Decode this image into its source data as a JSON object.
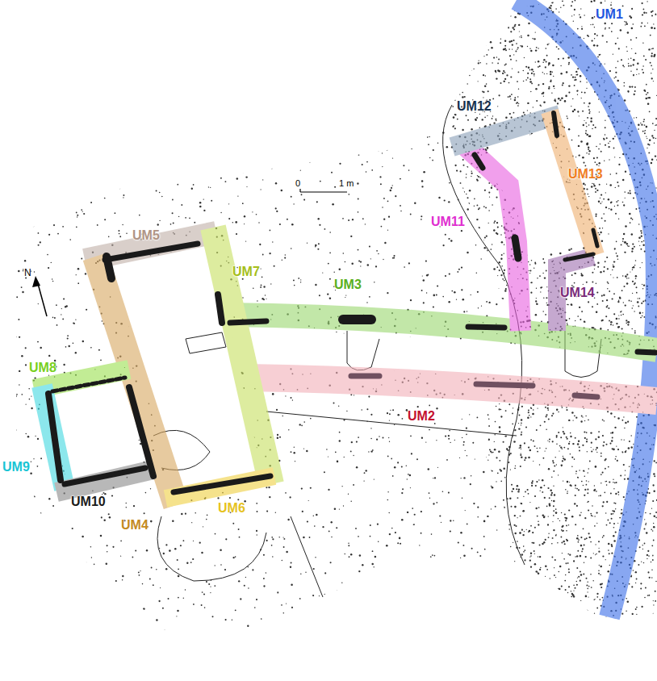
{
  "diagram": {
    "labels": [
      "UM1",
      "UM12",
      "UM13",
      "UM11",
      "UM14",
      "UM3",
      "UM5",
      "UM7",
      "UM8",
      "UM2",
      "UM9",
      "UM10",
      "UM4",
      "UM6",
      "0",
      "1 m",
      "N"
    ]
  }
}
